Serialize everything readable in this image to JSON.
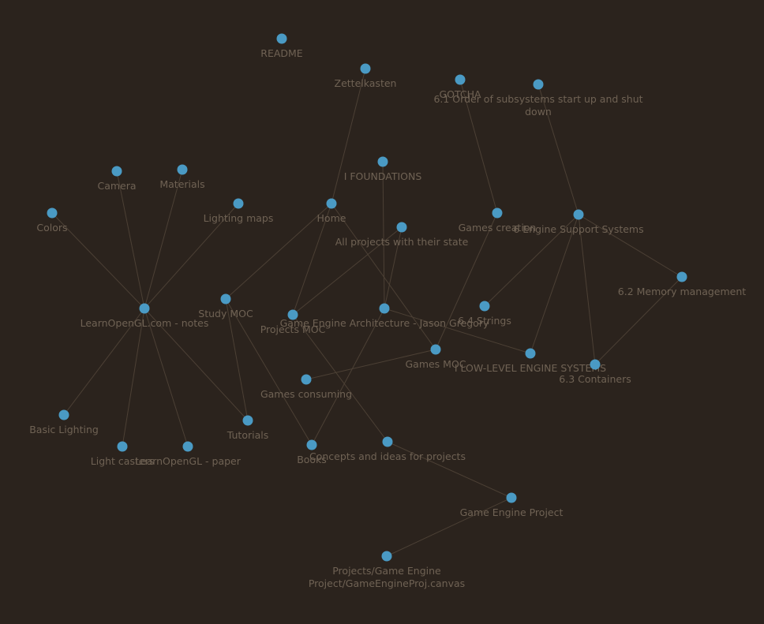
{
  "graph": {
    "background": "#2b231d",
    "node_color": "#4a9ac4",
    "edge_color": "#4c4035",
    "label_color": "#6f6254",
    "nodes": [
      {
        "id": "readme",
        "label": "README"
      },
      {
        "id": "zettelkasten",
        "label": "Zettelkasten"
      },
      {
        "id": "gotcha",
        "label": "GOTCHA"
      },
      {
        "id": "order-subsystems",
        "label": "6.1 Order of subsystems start up and shut down"
      },
      {
        "id": "foundations",
        "label": "I FOUNDATIONS"
      },
      {
        "id": "camera",
        "label": "Camera"
      },
      {
        "id": "materials",
        "label": "Materials"
      },
      {
        "id": "lighting-maps",
        "label": "Lighting maps"
      },
      {
        "id": "home",
        "label": "Home"
      },
      {
        "id": "colors",
        "label": "Colors"
      },
      {
        "id": "all-projects",
        "label": "All projects with their state"
      },
      {
        "id": "games-creation",
        "label": "Games creation"
      },
      {
        "id": "engine-support",
        "label": "6 Engine Support Systems"
      },
      {
        "id": "memory-management",
        "label": "6.2 Memory management"
      },
      {
        "id": "study-moc",
        "label": "Study MOC"
      },
      {
        "id": "learnopengl-notes",
        "label": "LearnOpenGL.com - notes"
      },
      {
        "id": "projects-moc",
        "label": "Projects MOC"
      },
      {
        "id": "gea",
        "label": "Game Engine Architecture - Jason Gregory"
      },
      {
        "id": "strings",
        "label": "6.4 Strings"
      },
      {
        "id": "games-moc",
        "label": "Games MOC"
      },
      {
        "id": "low-level",
        "label": "I LOW-LEVEL ENGINE SYSTEMS"
      },
      {
        "id": "containers",
        "label": "6.3 Containers"
      },
      {
        "id": "games-consuming",
        "label": "Games consuming"
      },
      {
        "id": "basic-lighting",
        "label": "Basic Lighting"
      },
      {
        "id": "tutorials",
        "label": "Tutorials"
      },
      {
        "id": "light-casters",
        "label": "Light casters"
      },
      {
        "id": "learnopengl-paper",
        "label": "LearnOpenGL - paper"
      },
      {
        "id": "books",
        "label": "Books"
      },
      {
        "id": "concepts",
        "label": "Concepts and ideas for projects"
      },
      {
        "id": "game-engine-project",
        "label": "Game Engine Project"
      },
      {
        "id": "canvas",
        "label": "Projects/Game Engine Project/GameEngineProj.canvas"
      }
    ],
    "edges": [
      [
        "zettelkasten",
        "home"
      ],
      [
        "home",
        "study-moc"
      ],
      [
        "home",
        "projects-moc"
      ],
      [
        "home",
        "games-moc"
      ],
      [
        "foundations",
        "gea"
      ],
      [
        "all-projects",
        "projects-moc"
      ],
      [
        "all-projects",
        "gea"
      ],
      [
        "gotcha",
        "games-creation"
      ],
      [
        "games-creation",
        "games-moc"
      ],
      [
        "order-subsystems",
        "engine-support"
      ],
      [
        "engine-support",
        "memory-management"
      ],
      [
        "engine-support",
        "strings"
      ],
      [
        "engine-support",
        "low-level"
      ],
      [
        "engine-support",
        "containers"
      ],
      [
        "memory-management",
        "containers"
      ],
      [
        "gea",
        "low-level"
      ],
      [
        "gea",
        "books"
      ],
      [
        "study-moc",
        "tutorials"
      ],
      [
        "study-moc",
        "books"
      ],
      [
        "games-consuming",
        "games-moc"
      ],
      [
        "projects-moc",
        "concepts"
      ],
      [
        "concepts",
        "game-engine-project"
      ],
      [
        "game-engine-project",
        "canvas"
      ],
      [
        "learnopengl-notes",
        "camera"
      ],
      [
        "learnopengl-notes",
        "materials"
      ],
      [
        "learnopengl-notes",
        "lighting-maps"
      ],
      [
        "learnopengl-notes",
        "colors"
      ],
      [
        "learnopengl-notes",
        "basic-lighting"
      ],
      [
        "learnopengl-notes",
        "light-casters"
      ],
      [
        "learnopengl-notes",
        "learnopengl-paper"
      ],
      [
        "learnopengl-notes",
        "tutorials"
      ]
    ]
  }
}
